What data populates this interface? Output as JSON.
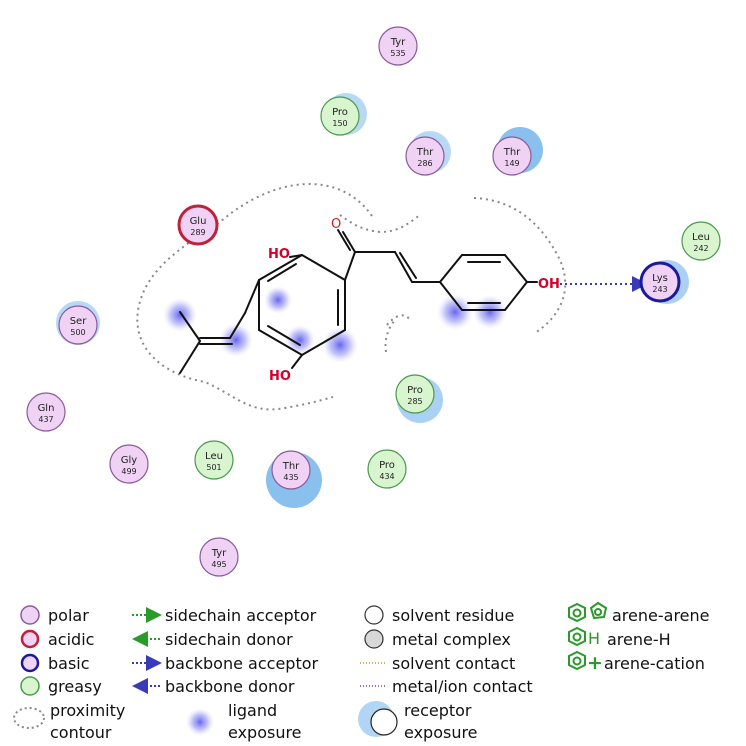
{
  "colors": {
    "polar_fill": "#f0d2f5",
    "polar_stroke": "#8a5a9a",
    "acidic_stroke": "#c0203a",
    "basic_stroke": "#1a1a9a",
    "greasy_fill": "#d8f5d0",
    "greasy_stroke": "#4a9a4a",
    "receptor_exposure": "#7db9ec",
    "ligand_exposure": "#5d5df0",
    "hetero_atom": "#d4002a",
    "carbonyl_o": "#cc2020",
    "backbone_acceptor": "#3a3ab8",
    "sidechain": "#2a9a2a",
    "solvent_contact": "#b0a020",
    "metal_contact": "#8a3a9a",
    "arene": "#2a9a2a"
  },
  "residues": [
    {
      "name": "Tyr",
      "num": "535",
      "type": "polar"
    },
    {
      "name": "Pro",
      "num": "150",
      "type": "greasy"
    },
    {
      "name": "Thr",
      "num": "286",
      "type": "polar"
    },
    {
      "name": "Thr",
      "num": "149",
      "type": "polar"
    },
    {
      "name": "Glu",
      "num": "289",
      "type": "acidic"
    },
    {
      "name": "Leu",
      "num": "242",
      "type": "greasy"
    },
    {
      "name": "Lys",
      "num": "243",
      "type": "basic"
    },
    {
      "name": "Ser",
      "num": "500",
      "type": "polar"
    },
    {
      "name": "Pro",
      "num": "285",
      "type": "greasy"
    },
    {
      "name": "Gln",
      "num": "437",
      "type": "polar"
    },
    {
      "name": "Gly",
      "num": "499",
      "type": "polar"
    },
    {
      "name": "Leu",
      "num": "501",
      "type": "greasy"
    },
    {
      "name": "Thr",
      "num": "435",
      "type": "polar"
    },
    {
      "name": "Pro",
      "num": "434",
      "type": "greasy"
    },
    {
      "name": "Tyr",
      "num": "495",
      "type": "polar"
    }
  ],
  "ligand": {
    "atoms": {
      "oh_top": "HO",
      "oh_bottom": "HO",
      "oh_right": "OH",
      "carbonyl": "O"
    }
  },
  "legend": {
    "polar": "polar",
    "acidic": "acidic",
    "basic": "basic",
    "greasy": "greasy",
    "proximity_1": "proximity",
    "proximity_2": "contour",
    "sidechain_acceptor": "sidechain acceptor",
    "sidechain_donor": "sidechain donor",
    "backbone_acceptor": "backbone acceptor",
    "backbone_donor": "backbone donor",
    "ligand_exposure_1": "ligand",
    "ligand_exposure_2": "exposure",
    "solvent_residue": "solvent residue",
    "metal_complex": "metal complex",
    "solvent_contact": "solvent contact",
    "metal_ion_contact": "metal/ion contact",
    "receptor_exposure_1": "receptor",
    "receptor_exposure_2": "exposure",
    "arene_arene": "arene-arene",
    "arene_h": "arene-H",
    "arene_h_glyph": "H",
    "arene_cation": "arene-cation",
    "arene_cation_glyph": "+"
  }
}
